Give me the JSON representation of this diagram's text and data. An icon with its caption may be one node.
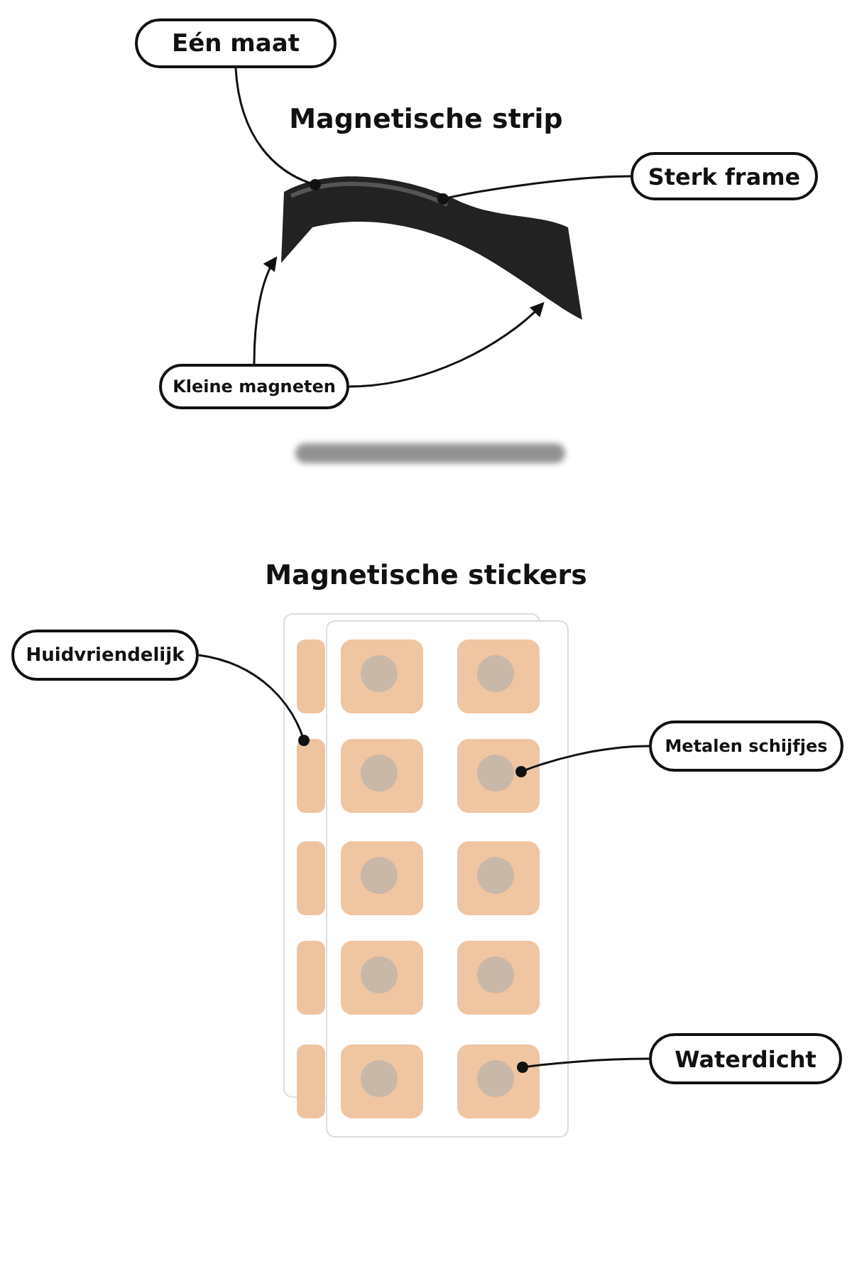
{
  "diagram": {
    "nodes": [
      {
        "text": [
          "Eén maat"
        ]
      },
      {
        "text": [
          "Sterk frame"
        ]
      },
      {
        "text": [
          "Kleine magneten"
        ]
      },
      {
        "text": [
          "Huidvriendelijk"
        ]
      },
      {
        "text": [
          "Metalen schijfjes"
        ]
      },
      {
        "text": [
          "Waterdicht"
        ]
      },
      {
        "text": [],
        "shape": "picture"
      },
      {
        "text": [],
        "shape": "picture"
      }
    ],
    "edges": [
      {
        "from": 0,
        "to": 6,
        "arrow": "other"
      },
      {
        "from": 1,
        "to": 6,
        "arrow": "other"
      },
      {
        "from": 2,
        "to": 6,
        "arrow": "to"
      },
      {
        "from": 2,
        "to": 6,
        "arrow": "to"
      },
      {
        "from": 3,
        "to": 7,
        "arrow": "other"
      },
      {
        "from": 4,
        "to": 7,
        "arrow": "other"
      },
      {
        "from": 5,
        "to": 7,
        "arrow": "other"
      }
    ],
    "labels": [
      "Magnetische strip",
      "Magnetische stickers"
    ]
  }
}
